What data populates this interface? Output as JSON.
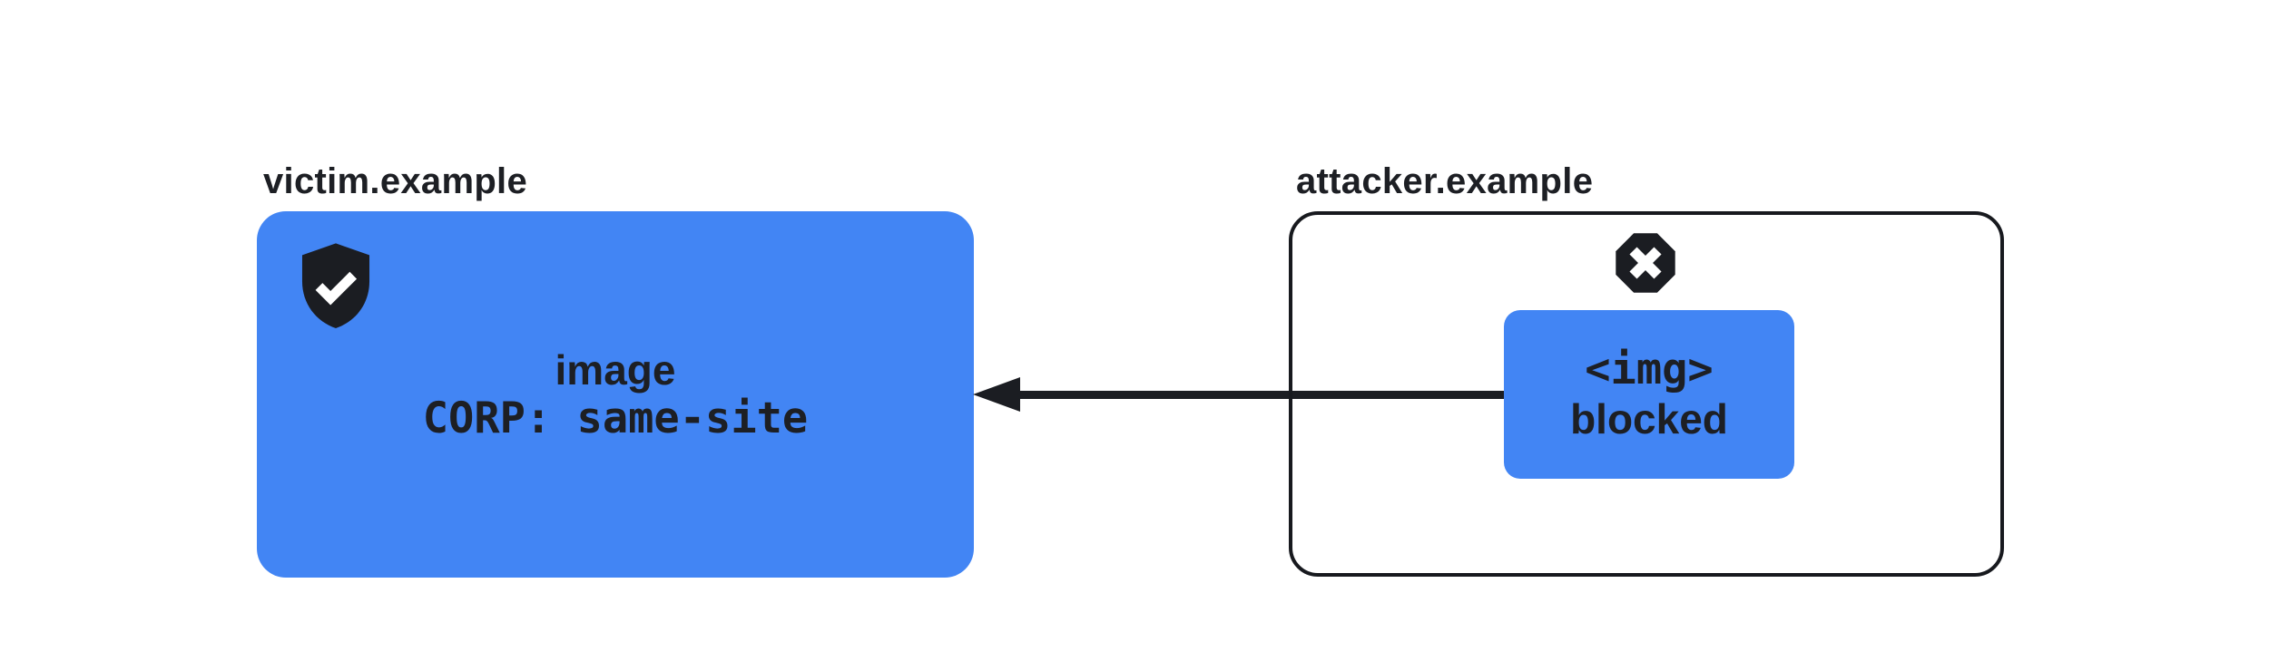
{
  "diagram": {
    "title_context": "cross-origin resource blocking diagram",
    "victim": {
      "label": "victim.example",
      "box": {
        "line1": "image",
        "line2": "CORP: same-site",
        "icon": "shield-check-icon"
      }
    },
    "attacker": {
      "label": "attacker.example",
      "status_icon": "blocked-x-octagon-icon",
      "inner_box": {
        "line1": "<img>",
        "line2": "blocked"
      }
    },
    "arrow": {
      "direction": "right-to-left",
      "points_from": "attacker.example inner box",
      "points_to": "victim.example box"
    },
    "colors": {
      "accent_blue": "#4285F4",
      "icon_black": "#1b1d22",
      "text_dark": "#1d1f24",
      "border_dark": "#17191e",
      "background": "#ffffff"
    }
  }
}
